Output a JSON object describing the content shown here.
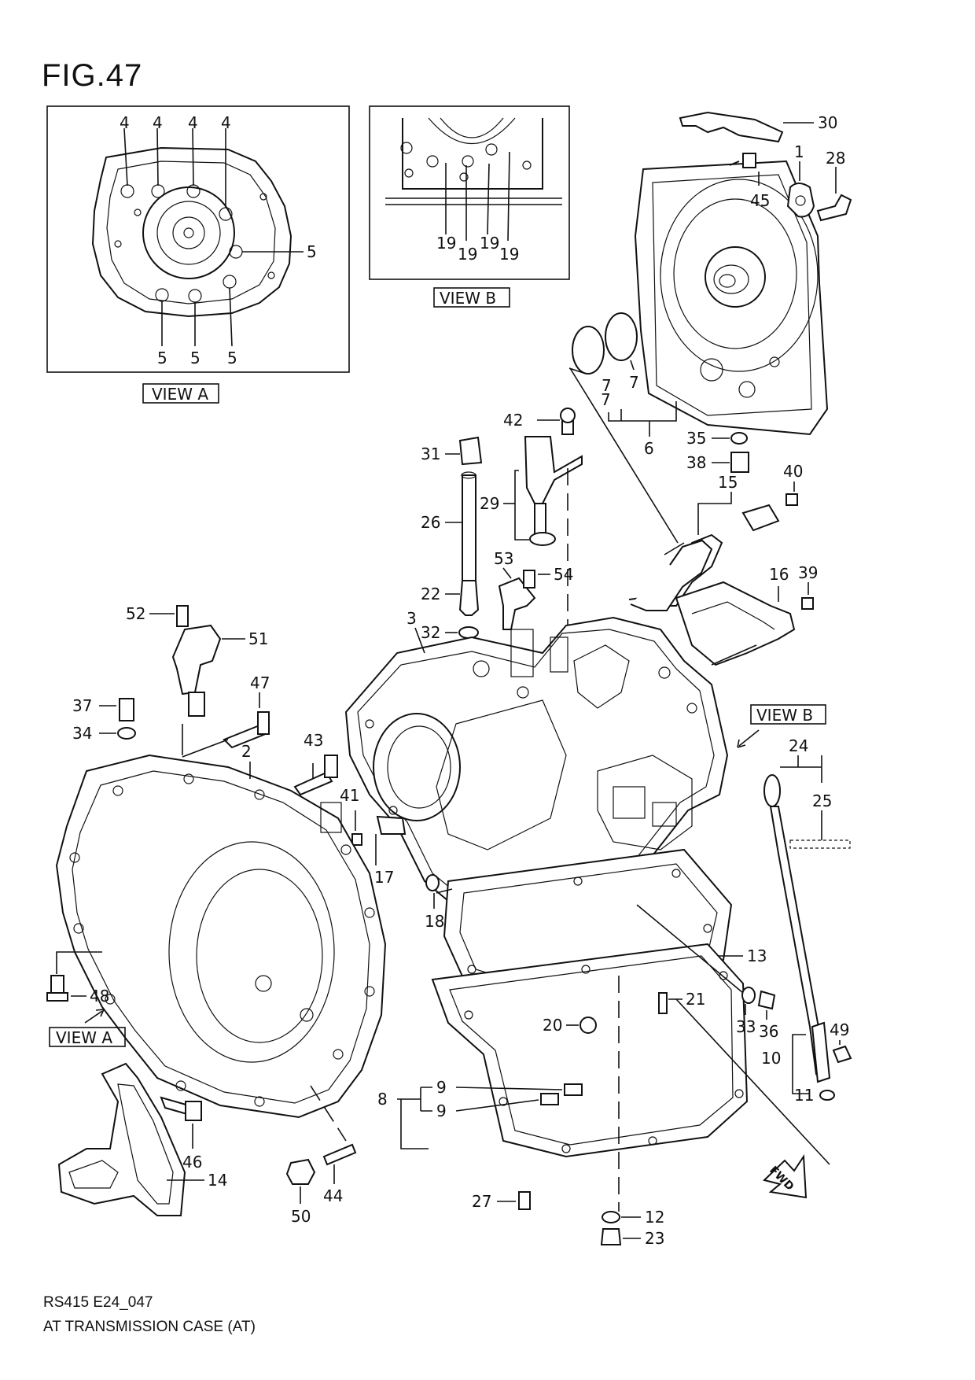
{
  "figure": {
    "title": "FIG.47",
    "code": "RS415 E24_047",
    "caption": "AT TRANSMISSION CASE (AT)"
  },
  "views": {
    "view_a": "VIEW A",
    "view_b": "VIEW B"
  },
  "fwd": "FWD",
  "callouts": {
    "va_4a": "4",
    "va_4b": "4",
    "va_4c": "4",
    "va_4d": "4",
    "va_5r": "5",
    "va_5a": "5",
    "va_5b": "5",
    "va_5c": "5",
    "vb_19a": "19",
    "vb_19b": "19",
    "vb_19c": "19",
    "vb_19d": "19",
    "p30": "30",
    "p1": "1",
    "p28": "28",
    "p45": "45",
    "p7a": "7",
    "p7b": "7",
    "p7c": "7",
    "p6": "6",
    "p42": "42",
    "p31": "31",
    "p29": "29",
    "p26": "26",
    "p35": "35",
    "p38": "38",
    "p40": "40",
    "p15": "15",
    "p53": "53",
    "p54": "54",
    "p16": "16",
    "p39": "39",
    "p22": "22",
    "p32": "32",
    "p3": "3",
    "p52": "52",
    "p51": "51",
    "p47": "47",
    "p37": "37",
    "p34": "34",
    "p2": "2",
    "p43": "43",
    "p41": "41",
    "p17": "17",
    "p18": "18",
    "p24": "24",
    "p25": "25",
    "p13": "13",
    "p21": "21",
    "p33": "33",
    "p36": "36",
    "p20": "20",
    "p49": "49",
    "p10": "10",
    "p11": "11",
    "p9a": "9",
    "p9b": "9",
    "p8": "8",
    "p48": "48",
    "p46": "46",
    "p14": "14",
    "p44": "44",
    "p50": "50",
    "p27": "27",
    "p12": "12",
    "p23": "23"
  }
}
